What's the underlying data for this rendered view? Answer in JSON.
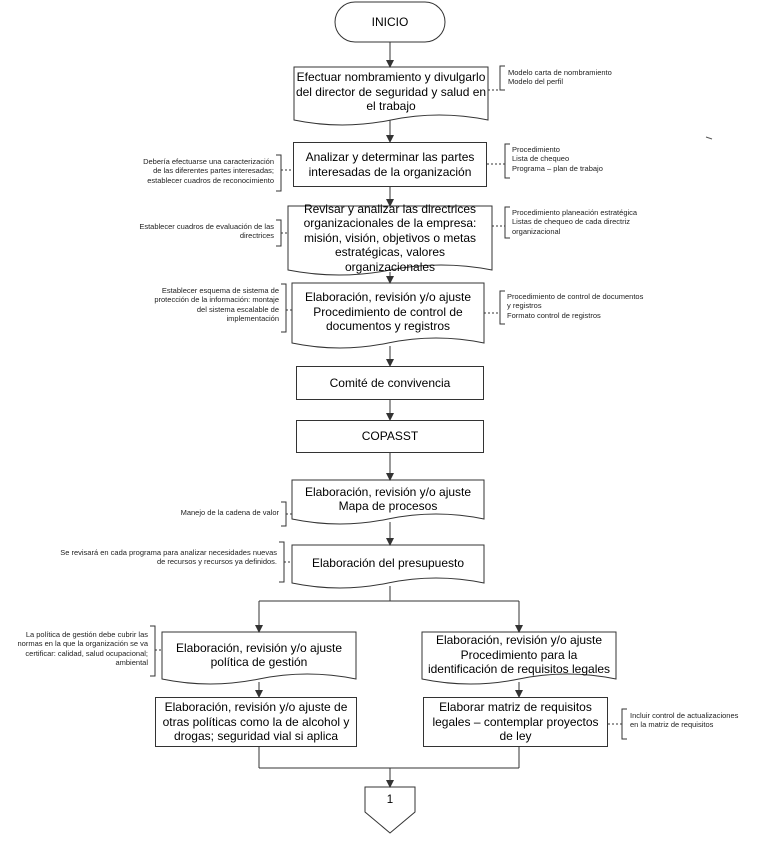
{
  "start_label": "INICIO",
  "end_connector": "1",
  "nodes": {
    "n1": "Efectuar nombramiento y divulgarlo del director de seguridad y salud en el trabajo",
    "n2": "Analizar y determinar las partes interesadas de la organización",
    "n3": "Revisar y analizar las directrices organizacionales de la empresa: misión, visión, objetivos o metas estratégicas, valores organizacionales",
    "n4": "Elaboración, revisión y/o ajuste Procedimiento de control de documentos y registros",
    "n5": "Comité de convivencia",
    "n6": "COPASST",
    "n7": "Elaboración, revisión y/o ajuste Mapa de procesos",
    "n8": "Elaboración del presupuesto",
    "n9": "Elaboración, revisión y/o ajuste política de gestión",
    "n10": "Elaboración, revisión y/o ajuste de otras políticas como la de alcohol y drogas; seguridad vial si aplica",
    "n11": "Elaboración, revisión y/o ajuste Procedimiento para la identificación de requisitos legales",
    "n12": "Elaborar matriz de requisitos legales – contemplar proyectos de ley"
  },
  "notes": {
    "r1": "Modelo carta de nombramiento\nModelo del perfil",
    "r2": "Procedimiento\nLista de chequeo\nPrograma – plan de trabajo",
    "r3": "Procedimiento planeación estratégica\nListas de chequeo de cada directriz\norganizacional",
    "r4": "Procedimiento de control de documentos\ny registros\nFormato control de registros",
    "r12": "Incluir control de actualizaciones\nen la matriz de requisitos",
    "l2": "Debería efectuarse una caracterización\nde las diferentes partes interesadas;\nestablecer cuadros de reconocimiento",
    "l3": "Establecer cuadros de evaluación de las\ndirectrices",
    "l4": "Establecer esquema de sistema de\nprotección de la información: montaje\ndel sistema escalable de\nimplementación",
    "l7": "Manejo de la cadena de valor",
    "l8": "Se revisará en cada programa para analizar necesidades nuevas\nde recursos y recursos ya definidos.",
    "l9": "La política de gestión debe cubrir las\nnormas en la que la organización se va\ncertificar: calidad, salud ocupacional;\nambiental"
  }
}
